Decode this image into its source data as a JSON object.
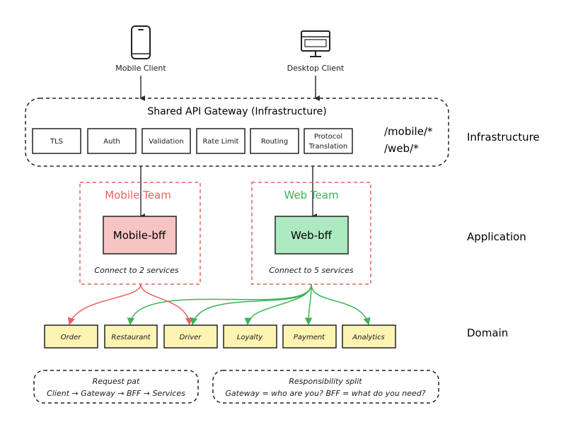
{
  "clients": {
    "mobile": "Mobile Client",
    "desktop": "Desktop Client"
  },
  "gateway": {
    "title": "Shared API Gateway (Infrastructure)",
    "modules": [
      "TLS",
      "Auth",
      "Validation",
      "Rate Limit",
      "Routing",
      "Protocol",
      "Translation"
    ],
    "routes": [
      "/mobile/*",
      "/web/*"
    ]
  },
  "layers": {
    "infrastructure": "Infrastructure",
    "application": "Application",
    "domain": "Domain"
  },
  "teams": {
    "mobile": {
      "label": "Mobile Team",
      "bff": "Mobile-bff",
      "note": "Connect to 2 services",
      "color": "#e8625f",
      "fill": "#f7c4c4"
    },
    "web": {
      "label": "Web Team",
      "bff": "Web-bff",
      "note": "Connect to 5 services",
      "color": "#3ab553",
      "fill": "#aeeac1"
    }
  },
  "services": [
    "Order",
    "Restaurant",
    "Driver",
    "Loyalty",
    "Payment",
    "Analytics"
  ],
  "service_fill": "#fdf3b3",
  "notes": {
    "request": {
      "title": "Request pat",
      "body": "Client → Gateway → BFF → Services"
    },
    "responsibility": {
      "title": "Responsibility split",
      "body": "Gateway = who are you? BFF = what do you need?"
    }
  }
}
